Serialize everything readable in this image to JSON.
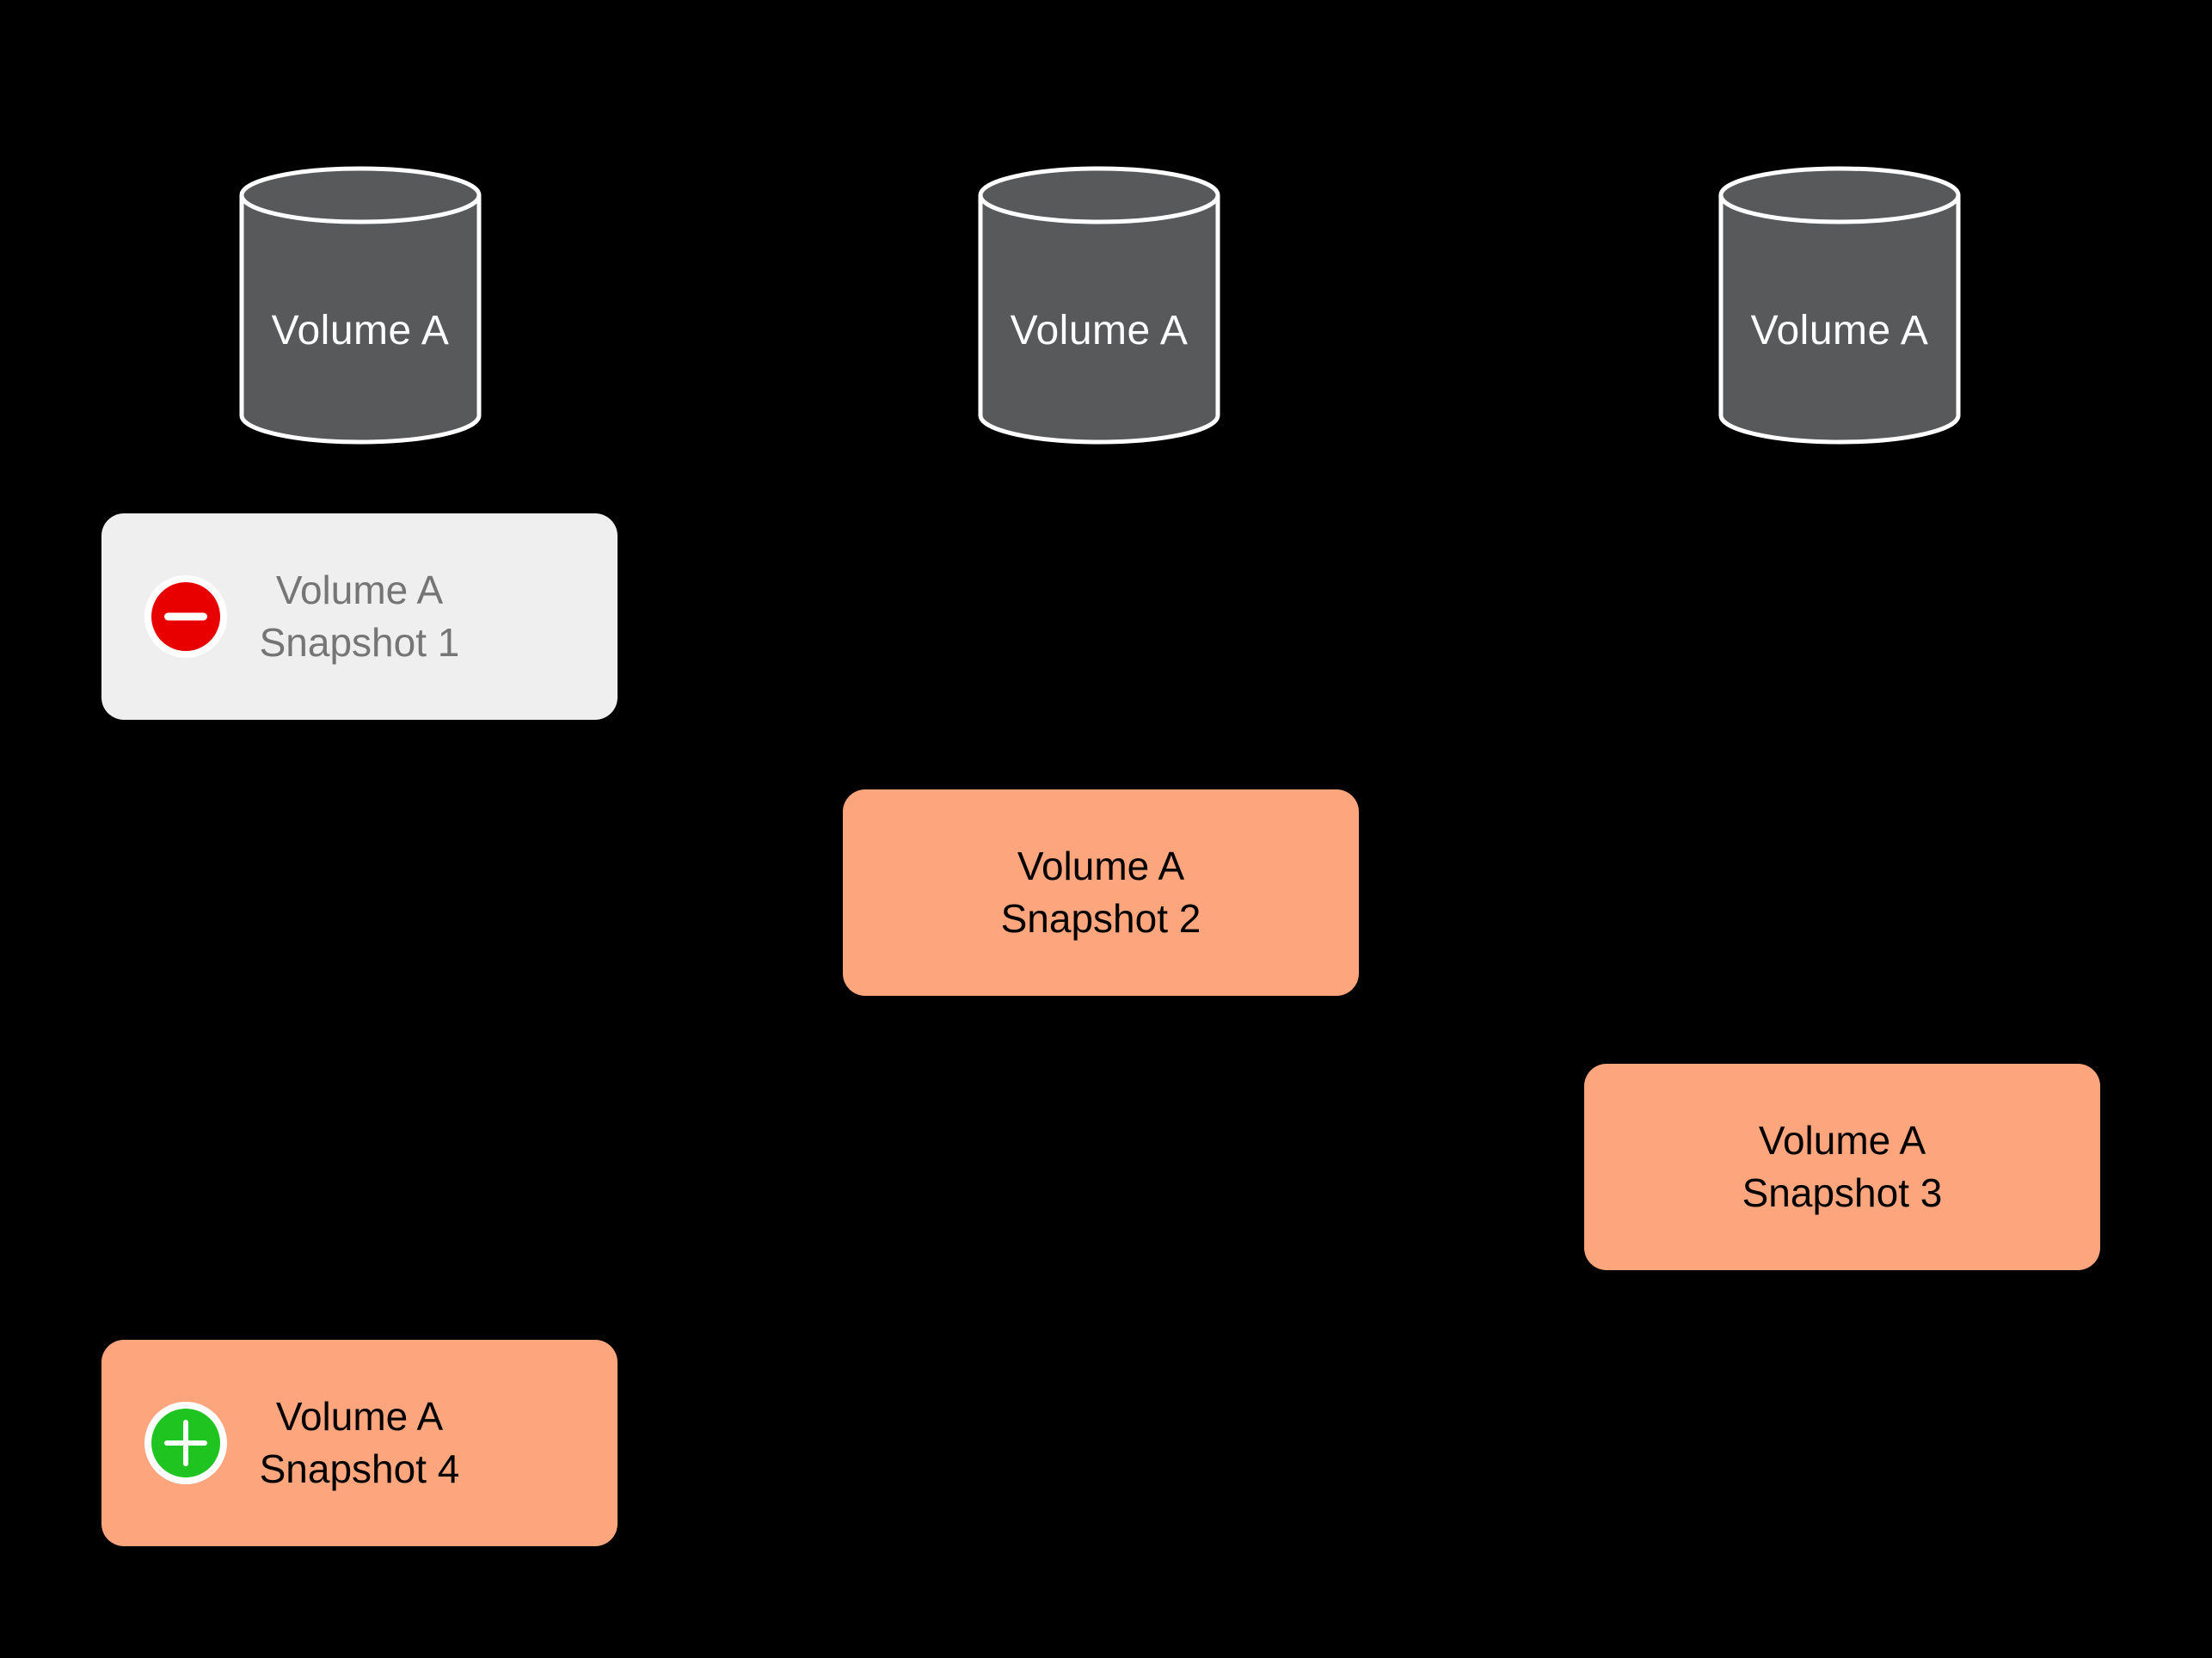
{
  "volumes": [
    {
      "label": "Volume A"
    },
    {
      "label": "Volume A"
    },
    {
      "label": "Volume A"
    }
  ],
  "snapshots": [
    {
      "title": "Volume A",
      "subtitle": "Snapshot 1",
      "state": "deleted",
      "icon": "minus-icon"
    },
    {
      "title": "Volume A",
      "subtitle": "Snapshot 2",
      "state": "normal",
      "icon": null
    },
    {
      "title": "Volume A",
      "subtitle": "Snapshot 3",
      "state": "normal",
      "icon": null
    },
    {
      "title": "Volume A",
      "subtitle": "Snapshot 4",
      "state": "added",
      "icon": "plus-icon"
    }
  ],
  "colors": {
    "background": "#000000",
    "volume_fill": "#58595B",
    "volume_stroke": "#FFFFFF",
    "snapshot_fill": "#FDA67E",
    "snapshot_text": "#000000",
    "snapshot_deleted_fill": "#EFEFEF",
    "snapshot_deleted_text": "#757575",
    "minus_badge": "#E80000",
    "plus_badge": "#20C420",
    "badge_ring": "#FFFFFF"
  }
}
